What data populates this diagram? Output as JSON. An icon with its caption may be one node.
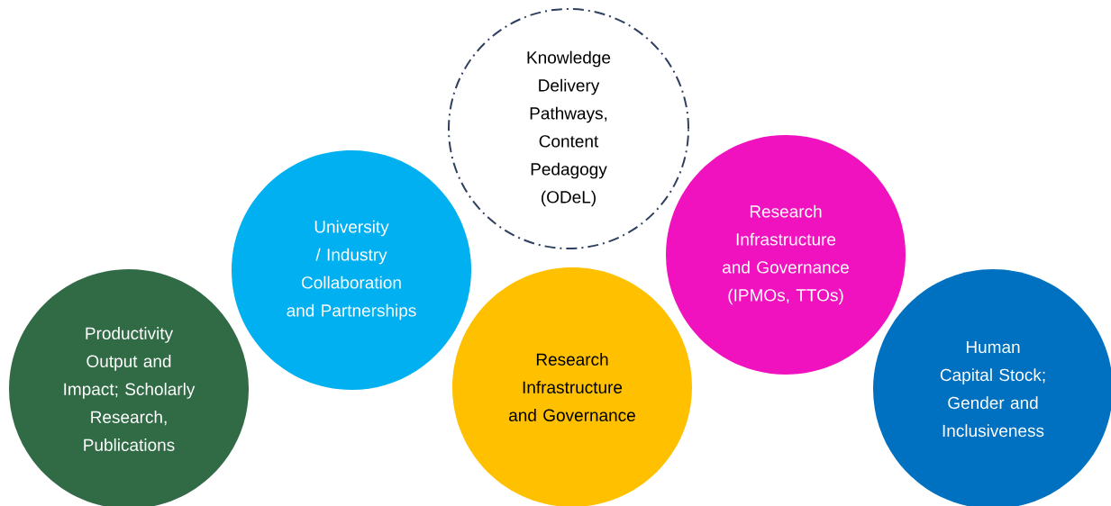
{
  "diagram": {
    "nodes": [
      {
        "text": [
          "Productivity Output and Impact; Scholarly Research, Publications"
        ]
      },
      {
        "text": [
          "University / Industry Collaboration and Partnerships"
        ]
      },
      {
        "text": [
          "Knowledge Delivery Pathways, Content Pedagogy (ODeL)"
        ]
      },
      {
        "text": [
          "Research Infrastructure and Governance"
        ]
      },
      {
        "text": [
          "Research Infrastructure and Governance (IPMOs, TTOs)"
        ]
      },
      {
        "text": [
          "Human Capital Stock; Gender and Inclusiveness"
        ]
      }
    ]
  }
}
